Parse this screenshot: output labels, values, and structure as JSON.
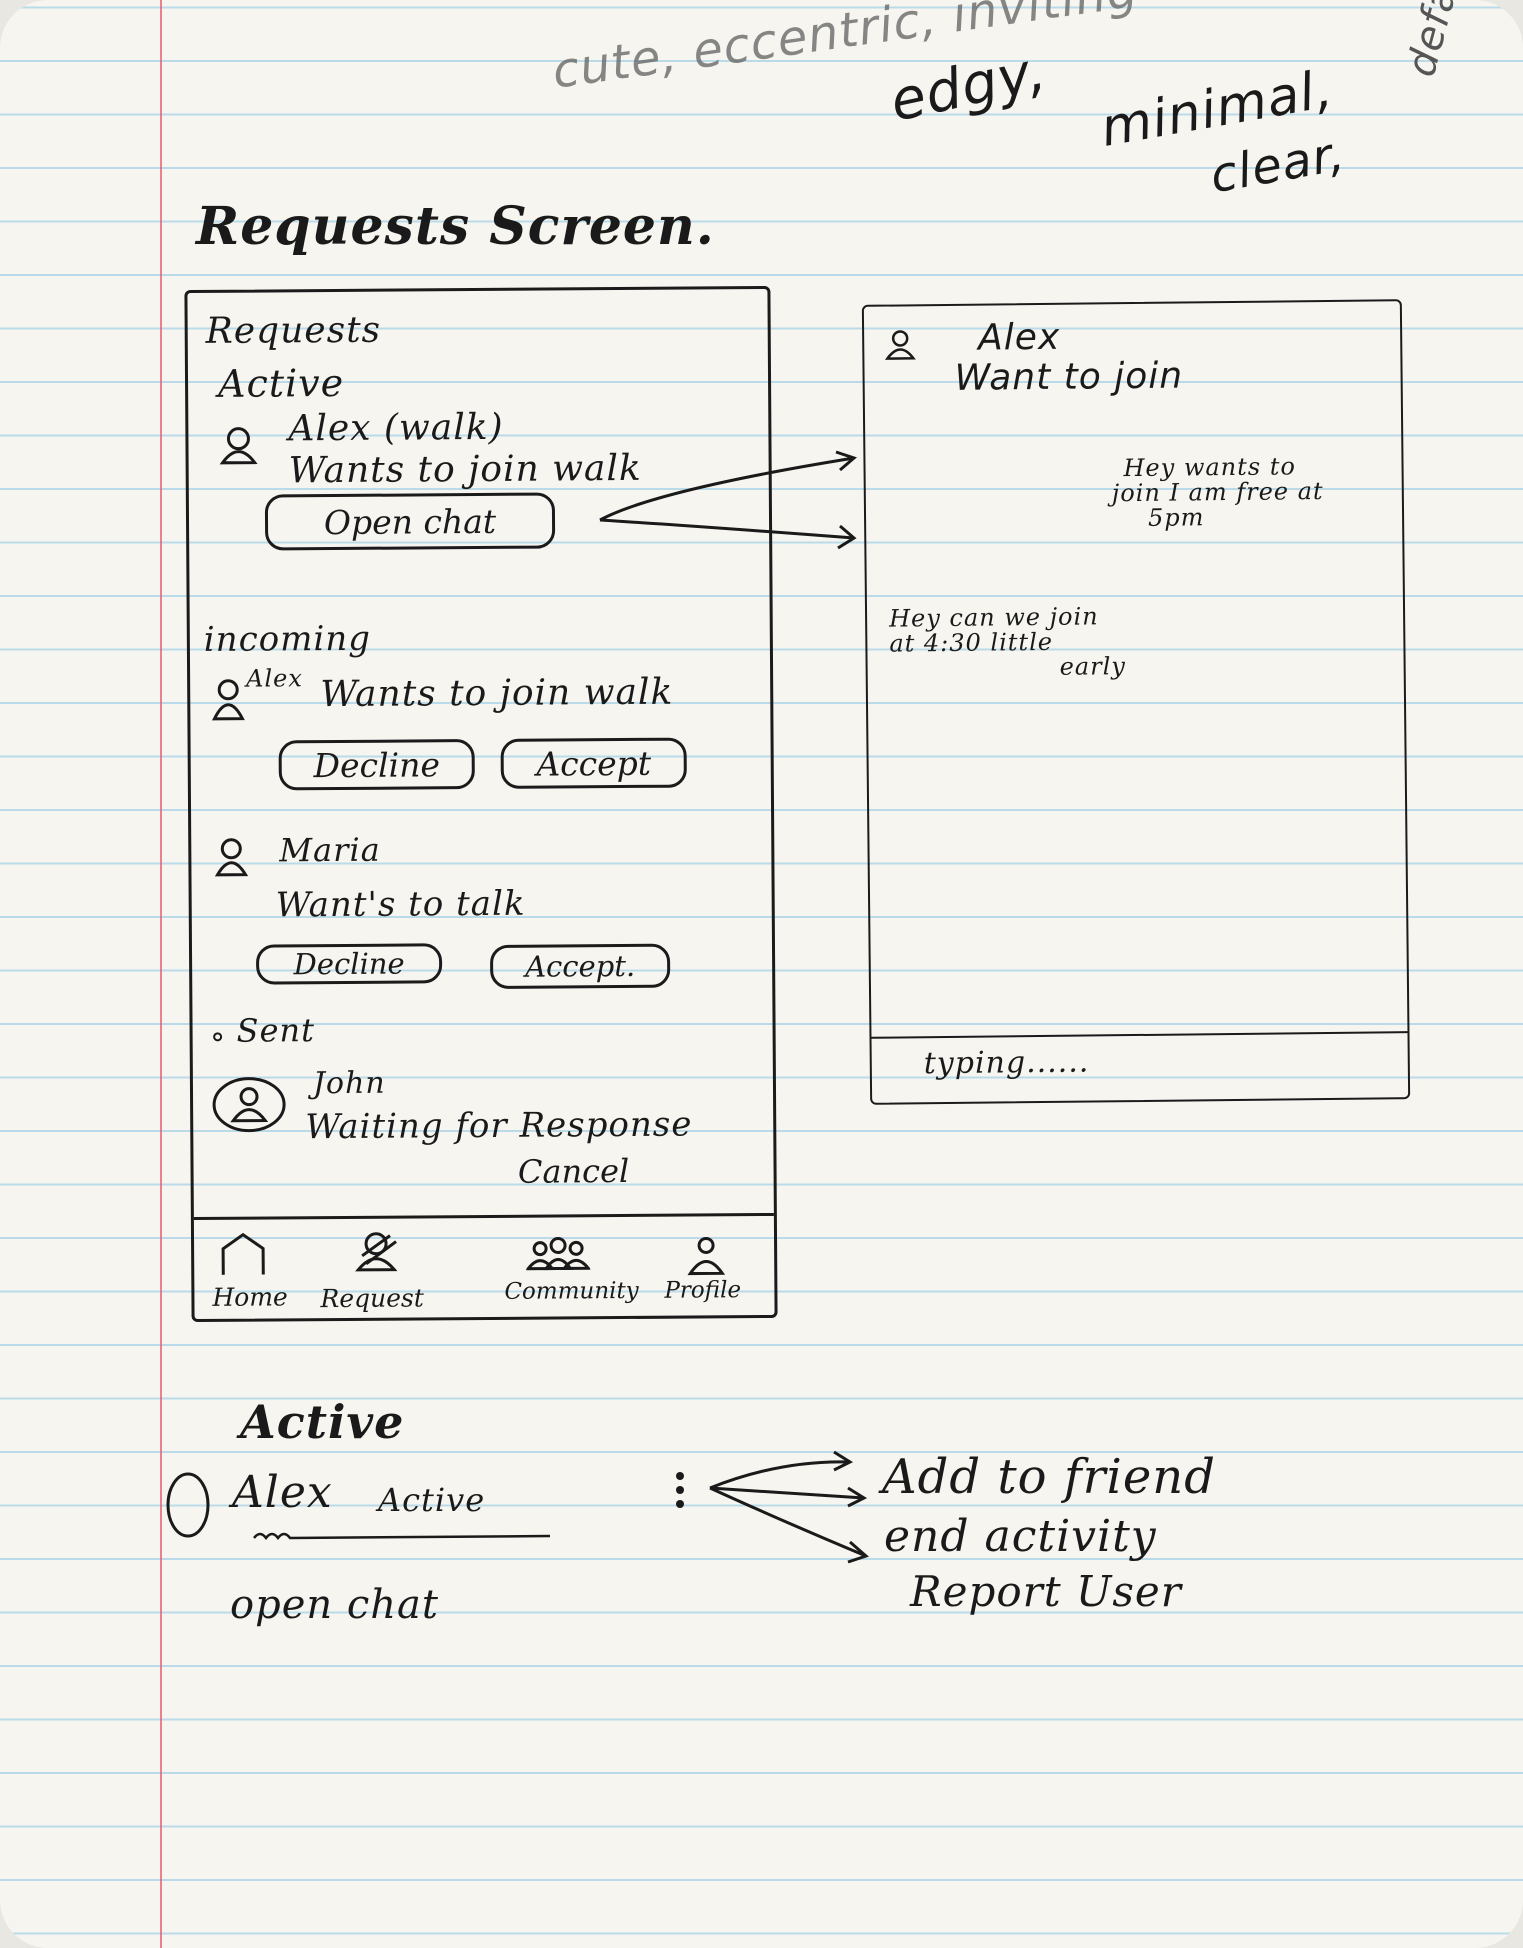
{
  "notes_top": {
    "faint_line": "cute, eccentric, inviting",
    "edgy": "edgy,",
    "minimal": "minimal,",
    "clear": "clear,",
    "defaults": "defaults"
  },
  "sketch_title": "Requests Screen.",
  "requests_screen": {
    "title": "Requests",
    "active": {
      "heading": "Active",
      "name": "Alex (walk)",
      "message": "Wants to join walk",
      "open_chat_label": "Open chat"
    },
    "incoming": {
      "heading": "incoming",
      "items": [
        {
          "name": "Alex",
          "message": "Wants to join walk",
          "decline_label": "Decline",
          "accept_label": "Accept"
        },
        {
          "name": "Maria",
          "message": "Want's to talk",
          "decline_label": "Decline",
          "accept_label": "Accept."
        }
      ]
    },
    "sent": {
      "heading": "Sent",
      "name": "John",
      "status": "Waiting for Response",
      "cancel_label": "Cancel"
    },
    "bottom_nav": {
      "items": [
        {
          "label": "Home",
          "icon": "home-icon"
        },
        {
          "label": "Request",
          "icon": "request-icon"
        },
        {
          "label": "Community",
          "icon": "community-icon"
        },
        {
          "label": "Profile",
          "icon": "profile-icon"
        }
      ]
    }
  },
  "chat_screen": {
    "name": "Alex",
    "subtitle": "Want to join",
    "messages": [
      {
        "line1": "Hey wants to",
        "line2": "join I am free at",
        "line3": "5pm"
      },
      {
        "line1": "Hey can we join",
        "line2": "at 4:30 little",
        "line3": "early"
      }
    ],
    "input_placeholder": "typing......"
  },
  "active_menu_sketch": {
    "heading": "Active",
    "name": "Alex",
    "status": "Active",
    "open_chat_label": "open chat",
    "menu_items": [
      "Add to friend",
      "end activity",
      "Report User"
    ]
  },
  "colors": {
    "ink": "#1a1a1a",
    "paper": "#f6f5f0",
    "rule": "#5aafdc",
    "margin": "#e65a6e"
  }
}
